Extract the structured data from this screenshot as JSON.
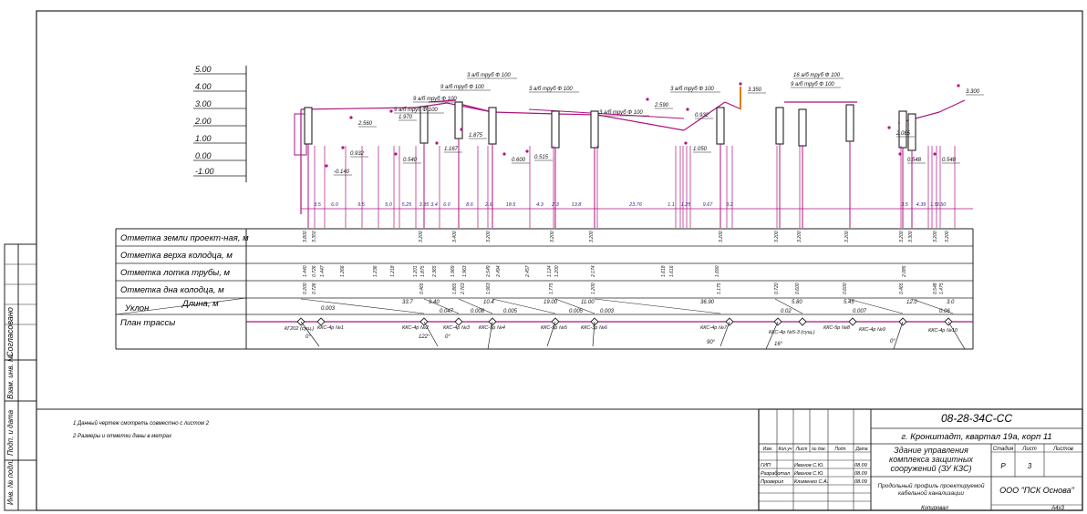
{
  "scale_labels": [
    "5.00",
    "4.00",
    "3.00",
    "2.00",
    "1.00",
    "0.00",
    "-1.00"
  ],
  "row_labels": [
    "Отметка земли проект-ная, м",
    "Отметка верха колодца, м",
    "Отметка лотка трубы, м",
    "Отметка дна колодца, м",
    "Уклон",
    "Длина, м",
    "План трассы"
  ],
  "pipe_labels": [
    "9 а/б труб Ф 100",
    "9 а/б труб Ф 100",
    "9 а/б труб Ф 100",
    "3 а/б труб Ф 100",
    "3 а/б труб Ф 100",
    "3 а/б труб Ф 100",
    "3 а/б труб Ф 100",
    "16 а/б труб Ф 100",
    "9 а/б труб Ф 100"
  ],
  "profile_marks": [
    "2.560",
    "1.970",
    "0.932",
    "-0.140",
    "0.540",
    "1.167",
    "1.875",
    "0.600",
    "0.515",
    "2.590",
    "0.932",
    "1.050",
    "3.350",
    "0.548",
    "0.548",
    "3.300",
    "2.085"
  ],
  "distances": [
    "3.5",
    "6.0",
    "9.5",
    "5.0",
    "5.25",
    "3.35",
    "3.4",
    "6.0",
    "8.6",
    "2.6",
    "18.5",
    "4.3",
    "2.3",
    "13.8",
    "23.76",
    "1.1",
    "1.25",
    "9.67",
    "3.2",
    "3.5",
    "4.39",
    "1.5",
    "3.50"
  ],
  "ground_marks": [
    "3.800",
    "3.350",
    "3.200",
    "3.400",
    "3.200",
    "3.200",
    "3.200",
    "3.200",
    "3.200",
    "3.200",
    "3.200",
    "3.200",
    "3.300",
    "3.200",
    "3.200"
  ],
  "lotok_marks": [
    "1.440",
    "0.726",
    "1.447",
    "1.266",
    "1.236",
    "1.218",
    "1.201",
    "1.875",
    "2.365",
    "1.969",
    "1.963",
    "2.549",
    "2.494",
    "2.457",
    "1.124",
    "1.200",
    "2.174",
    "1.618",
    "1.616",
    "1.690",
    "2.085"
  ],
  "bottom_marks": [
    "0.200",
    "0.726",
    "0.465",
    "1.865",
    "2.763",
    "1.963",
    "1.775",
    "1.200",
    "1.175",
    "0.720",
    "0.600",
    "0.600",
    "0.465",
    "0.548",
    "1.475"
  ],
  "slopes": [
    "0.003",
    "0.047",
    "0.008",
    "0.005",
    "0.005",
    "0.003",
    "0.02",
    "0.007",
    "0.06"
  ],
  "lengths": [
    "33.7",
    "9.40",
    "10.4",
    "19.00",
    "11.00",
    "36.90",
    "5.80",
    "5.45",
    "12.0",
    "3.0"
  ],
  "plan_labels": [
    "КГ202 (сущ.)",
    "ККС-4р №1",
    "ККС-4р №2",
    "ККС-4р №3",
    "ККС-5р №4",
    "ККС-5р №5",
    "ККС-3р №6",
    "ККС-4р №7",
    "ККС-4р №5-3 (сущ.)",
    "ККС-5р №8",
    "ККС-4р №9",
    "ККС-4р №10"
  ],
  "plan_angles": [
    "0°",
    "122°",
    "0°",
    "90°",
    "16°",
    "0°"
  ],
  "notes": [
    "1 Данный чертеж смотреть совместно с листом 2",
    "2 Размеры и отметки даны в метрах"
  ],
  "side_stamp": {
    "soglasovano": "Согласовано",
    "vzam": "Взам. инв. №",
    "podp": "Подп. и дата",
    "inv": "Инв. № подл."
  },
  "title_block": {
    "code": "08-28-34С-СС",
    "address": "г. Кронштадт, квартал 19а, корп 11",
    "header": [
      "Изм.",
      "Кол.уч",
      "Лист",
      "№ док.",
      "Подп.",
      "Дата"
    ],
    "rows": [
      {
        "role": "ГИП",
        "name": "Иванов С.Ю.",
        "date": "08.09"
      },
      {
        "role": "Разработал",
        "name": "Иванов С.Ю.",
        "date": "08.09"
      },
      {
        "role": "Проверил",
        "name": "Клименко С.А.",
        "date": "08.09"
      }
    ],
    "project": "Здание управления комплекса защитных сооружений (ЗУ КЗС)",
    "stage_header": [
      "Стадия",
      "Лист",
      "Листов"
    ],
    "stage_values": [
      "Р",
      "3",
      ""
    ],
    "drawing": "Продольный профиль проектируемой кабельной канализации",
    "company": "ООО \"ПСК Основа\"",
    "copied": "Копировал",
    "format": "А4х3"
  }
}
